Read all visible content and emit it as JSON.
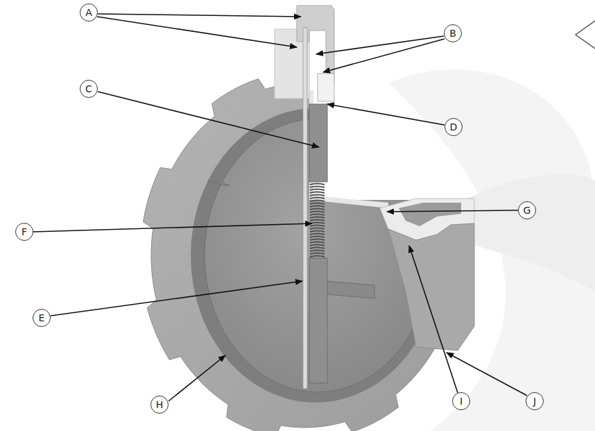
{
  "diagram": {
    "labels": [
      "A",
      "B",
      "C",
      "D",
      "E",
      "F",
      "G",
      "H",
      "I",
      "J"
    ]
  }
}
